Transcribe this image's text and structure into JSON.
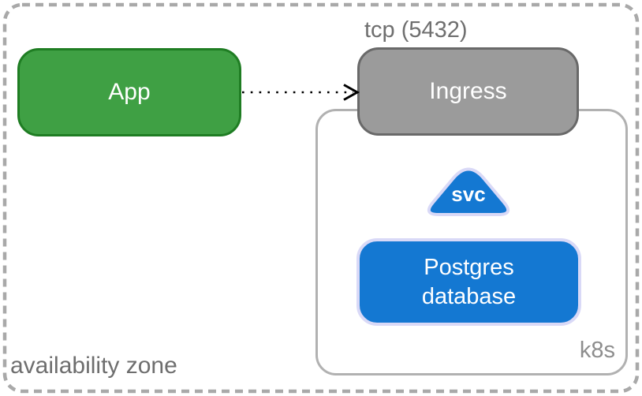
{
  "diagram": {
    "zone": {
      "label": "availability zone"
    },
    "app": {
      "label": "App"
    },
    "connection": {
      "label": "tcp (5432)"
    },
    "ingress": {
      "label": "Ingress"
    },
    "k8s": {
      "label": "k8s",
      "svc": {
        "label": "svc"
      },
      "database": {
        "line1": "Postgres",
        "line2": "database"
      }
    },
    "colors": {
      "app_fill": "#3fa044",
      "app_border": "#1f7d23",
      "ingress_fill": "#9b9b9b",
      "ingress_border": "#696969",
      "k8s_border": "#b1b1b1",
      "blue_fill": "#1478d2",
      "blue_border": "#d9d9f7",
      "zone_border": "#a9a9a9",
      "text_gray": "#6f6f6f",
      "arrow": "#000000"
    }
  }
}
